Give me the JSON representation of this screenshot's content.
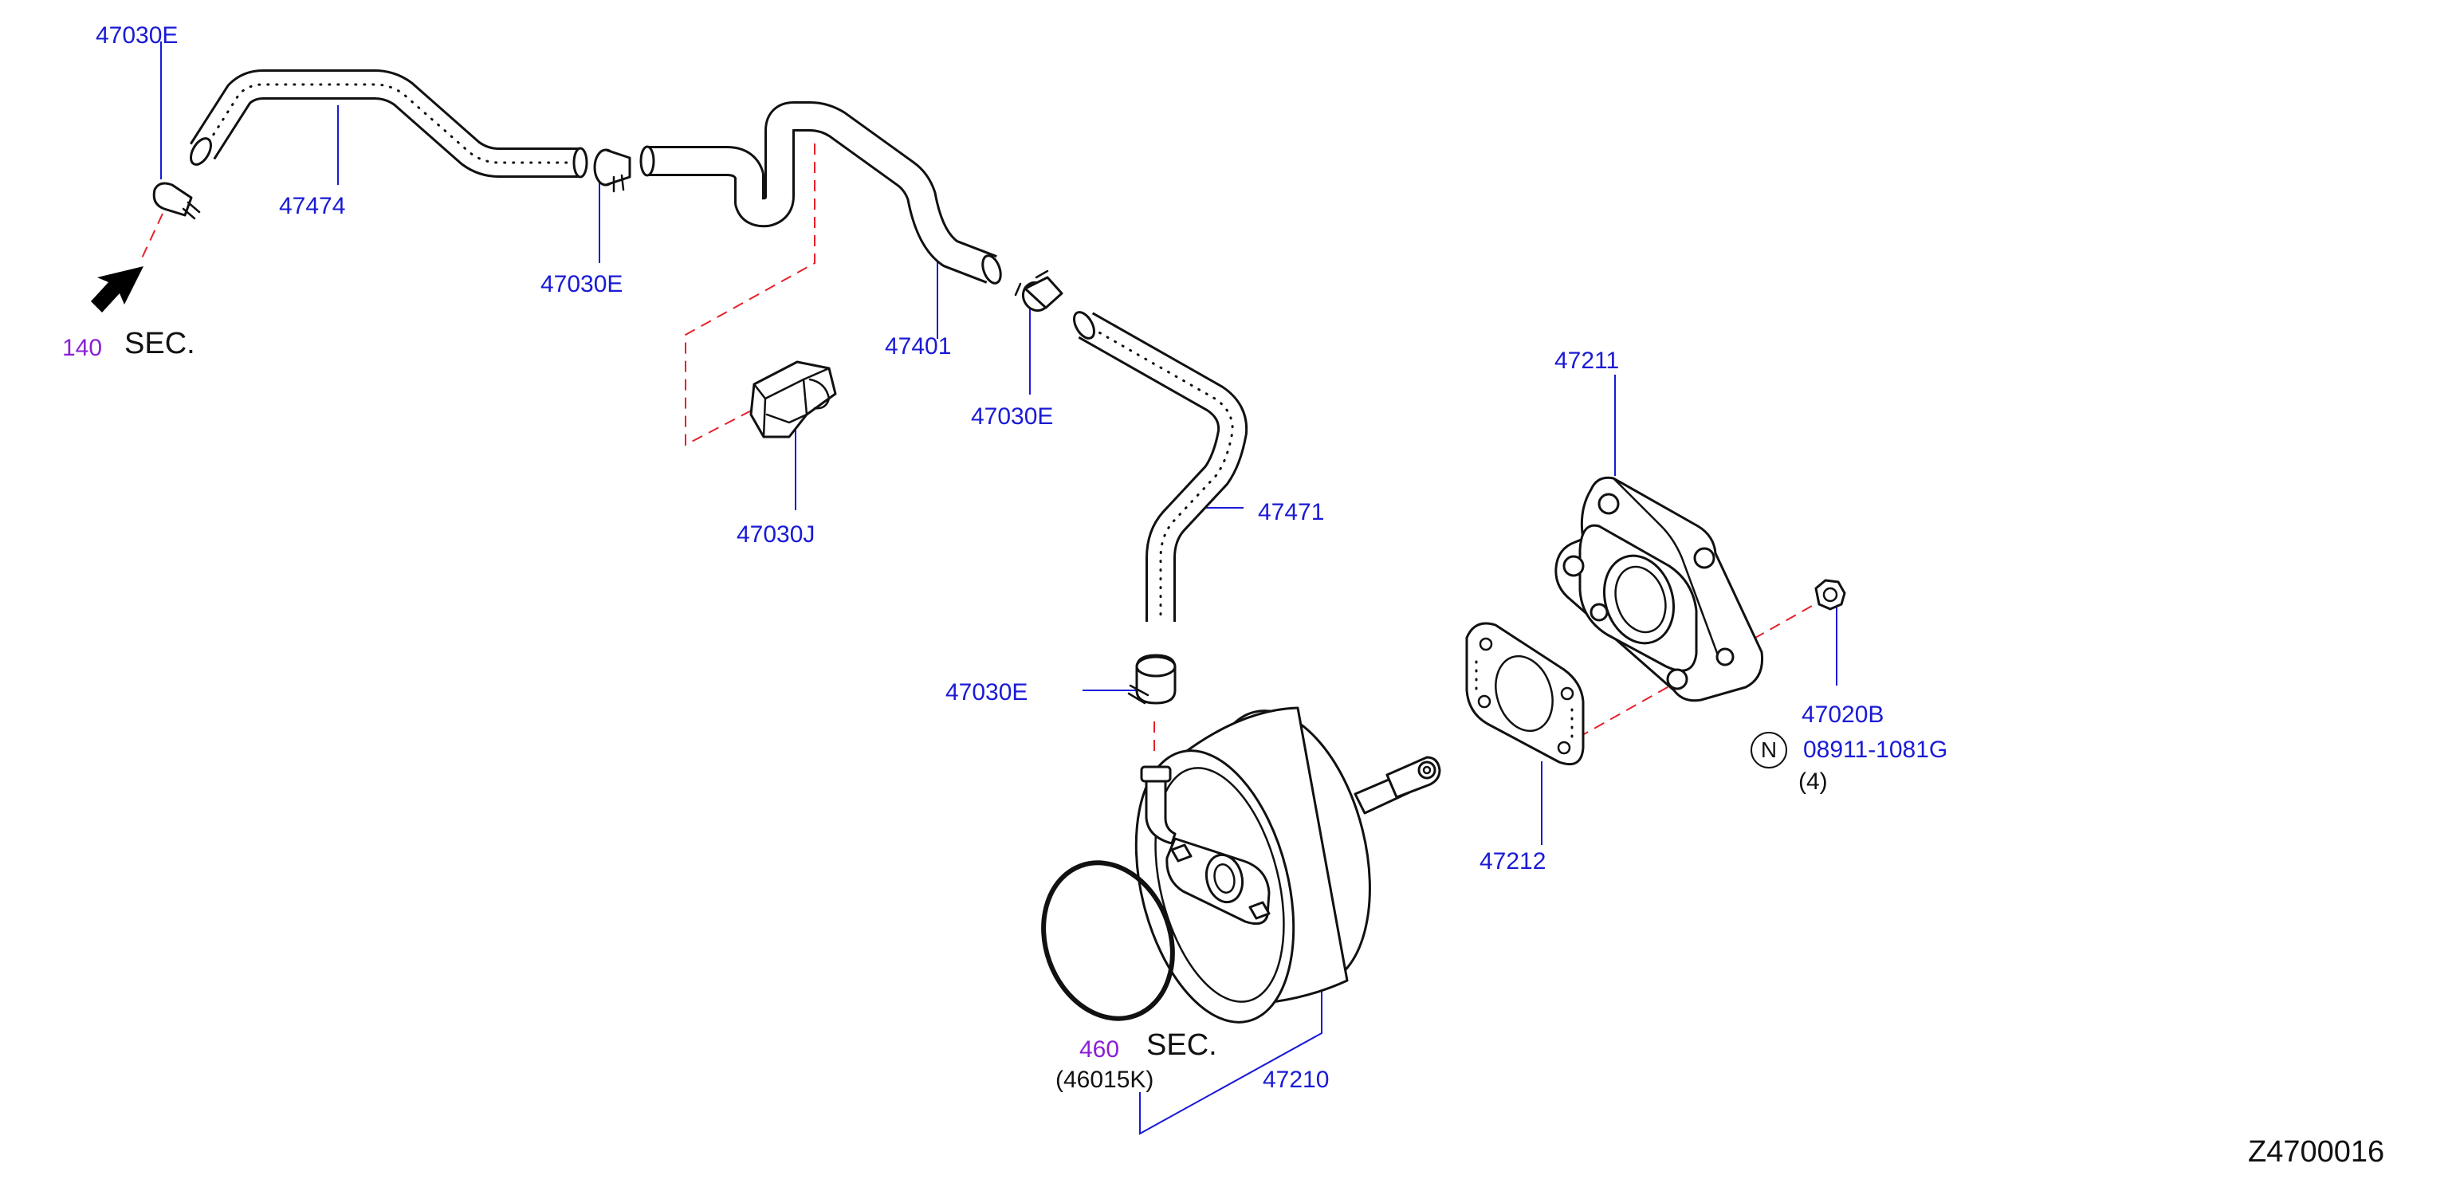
{
  "labels": {
    "p47030E_a": "47030E",
    "p47474": "47474",
    "p47030E_b": "47030E",
    "p47401": "47401",
    "p47030E_c": "47030E",
    "p47030J": "47030J",
    "p47471": "47471",
    "p47211": "47211",
    "p47030E_d": "47030E",
    "p47020B": "47020B",
    "p08911": "08911-1081G",
    "qty4": "(4)",
    "p47212": "47212",
    "p47210": "47210",
    "p46015K": "(46015K)",
    "sec140_num": "140",
    "sec140_txt": "SEC.",
    "sec460_num": "460",
    "sec460_txt": "SEC.",
    "n_symbol": "N",
    "diagram_id": "Z4700016"
  },
  "colors": {
    "part_label": "#1a1ad6",
    "section_number": "#8a1fd6",
    "leader_dash": "#e8202a",
    "outline": "#111111"
  },
  "icons": {
    "arrow": "arrow-down-left-icon"
  }
}
